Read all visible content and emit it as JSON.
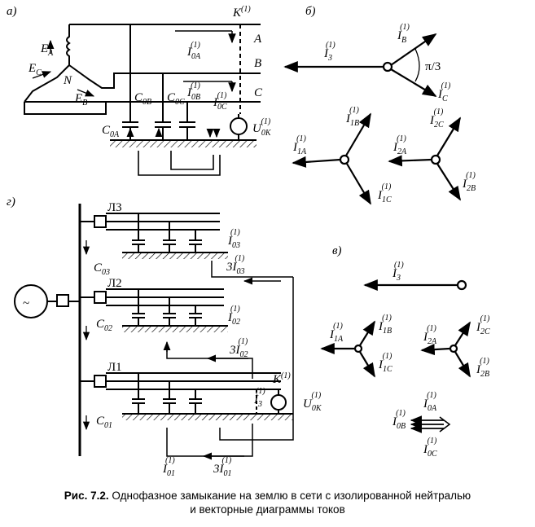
{
  "panels": {
    "a": "а)",
    "b": "б)",
    "v": "в)",
    "g": "г)"
  },
  "panel_a": {
    "fault_point": "K",
    "fault_sup": "(1)",
    "phases": [
      "A",
      "B",
      "C"
    ],
    "neutral": "N",
    "emf": [
      "E",
      "E",
      "E"
    ],
    "emf_subs": [
      "A",
      "B",
      "C"
    ],
    "capacitances": [
      "C",
      "C",
      "C"
    ],
    "cap_subs": [
      "0A",
      "0B",
      "0C"
    ],
    "currents": [
      "I",
      "I",
      "I"
    ],
    "current_subs": [
      "0A",
      "0B",
      "0C"
    ],
    "current_sup": "(1)",
    "voltage": "U",
    "voltage_sub": "0K",
    "voltage_sup": "(1)"
  },
  "panel_b": {
    "I3": {
      "base": "I",
      "sub": "3",
      "sup": "(1)"
    },
    "IB": {
      "base": "I",
      "sub": "B",
      "sup": "(1)"
    },
    "IC": {
      "base": "I",
      "sub": "C",
      "sup": "(1)"
    },
    "angle": "π/3",
    "pos": [
      {
        "base": "I",
        "sub": "1A",
        "sup": "(1)"
      },
      {
        "base": "I",
        "sub": "1B",
        "sup": "(1)"
      },
      {
        "base": "I",
        "sub": "1C",
        "sup": "(1)"
      }
    ],
    "neg": [
      {
        "base": "I",
        "sub": "2A",
        "sup": "(1)"
      },
      {
        "base": "I",
        "sub": "2C",
        "sup": "(1)"
      },
      {
        "base": "I",
        "sub": "2B",
        "sup": "(1)"
      }
    ]
  },
  "panel_v": {
    "I3": {
      "base": "I",
      "sub": "3",
      "sup": "(1)"
    },
    "pos": [
      {
        "base": "I",
        "sub": "1A",
        "sup": "(1)"
      },
      {
        "base": "I",
        "sub": "1B",
        "sup": "(1)"
      },
      {
        "base": "I",
        "sub": "1C",
        "sup": "(1)"
      }
    ],
    "neg": [
      {
        "base": "I",
        "sub": "2A",
        "sup": "(1)"
      },
      {
        "base": "I",
        "sub": "2C",
        "sup": "(1)"
      },
      {
        "base": "I",
        "sub": "2B",
        "sup": "(1)"
      }
    ],
    "zero": [
      {
        "base": "I",
        "sub": "0A",
        "sup": "(1)"
      },
      {
        "base": "I",
        "sub": "0B",
        "sup": "(1)"
      },
      {
        "base": "I",
        "sub": "0C",
        "sup": "(1)"
      }
    ]
  },
  "panel_g": {
    "lines": [
      "Л3",
      "Л2",
      "Л1"
    ],
    "caps": [
      {
        "base": "C",
        "sub": "03"
      },
      {
        "base": "C",
        "sub": "02"
      },
      {
        "base": "C",
        "sub": "01"
      }
    ],
    "line_currents": [
      {
        "base": "I",
        "sub": "03",
        "sup": "(1)"
      },
      {
        "base": "I",
        "sub": "02",
        "sup": "(1)"
      }
    ],
    "triple_currents": [
      {
        "base": "3I",
        "sub": "03",
        "sup": "(1)"
      },
      {
        "base": "3I",
        "sub": "02",
        "sup": "(1)"
      },
      {
        "base": "3I",
        "sub": "01",
        "sup": "(1)"
      }
    ],
    "I01": {
      "base": "I",
      "sub": "01",
      "sup": "(1)"
    },
    "I3": {
      "base": "I",
      "sub": "3",
      "sup": "(1)"
    },
    "fault_point": "K",
    "fault_sup": "(1)",
    "voltage": {
      "base": "U",
      "sub": "0K",
      "sup": "(1)"
    },
    "source_symbol": "~"
  },
  "caption": {
    "lead": "Рис. 7.2.",
    "line1": "Однофазное замыкание на землю в сети с изолированной нейтралью",
    "line2": "и векторные диаграммы токов"
  }
}
